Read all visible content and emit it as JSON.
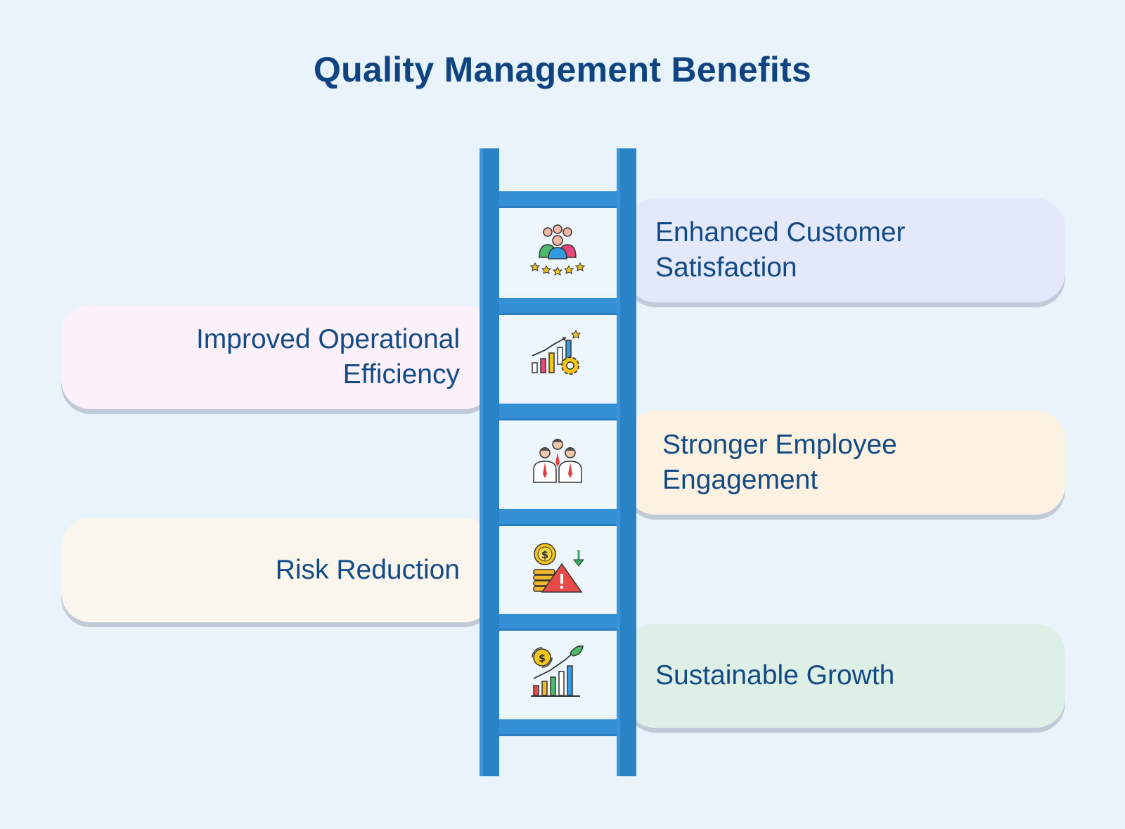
{
  "title": "Quality Management Benefits",
  "colors": {
    "background": "#e8f3fc",
    "title": "#0f4481",
    "ladder": "#2b83c7",
    "card_customer": "#e4e8fb",
    "card_efficiency": "#fcf1fb",
    "card_engagement": "#fdf2e1",
    "card_risk": "#faf6ee",
    "card_growth": "#def0e6"
  },
  "benefits": [
    {
      "label": "Enhanced Customer Satisfaction",
      "line1": "Enhanced Customer",
      "line2": "Satisfaction",
      "side": "right",
      "icon": "customer-rating-icon"
    },
    {
      "label": "Improved Operational Efficiency",
      "line1": "Improved Operational",
      "line2": "Efficiency",
      "side": "left",
      "icon": "growth-chart-gear-icon"
    },
    {
      "label": "Stronger Employee Engagement",
      "line1": "Stronger Employee",
      "line2": "Engagement",
      "side": "right",
      "icon": "employee-team-icon"
    },
    {
      "label": "Risk Reduction",
      "line1": "Risk Reduction",
      "side": "left",
      "icon": "coins-warning-icon"
    },
    {
      "label": "Sustainable Growth",
      "line1": "Sustainable Growth",
      "side": "right",
      "icon": "sustainable-growth-icon"
    }
  ]
}
